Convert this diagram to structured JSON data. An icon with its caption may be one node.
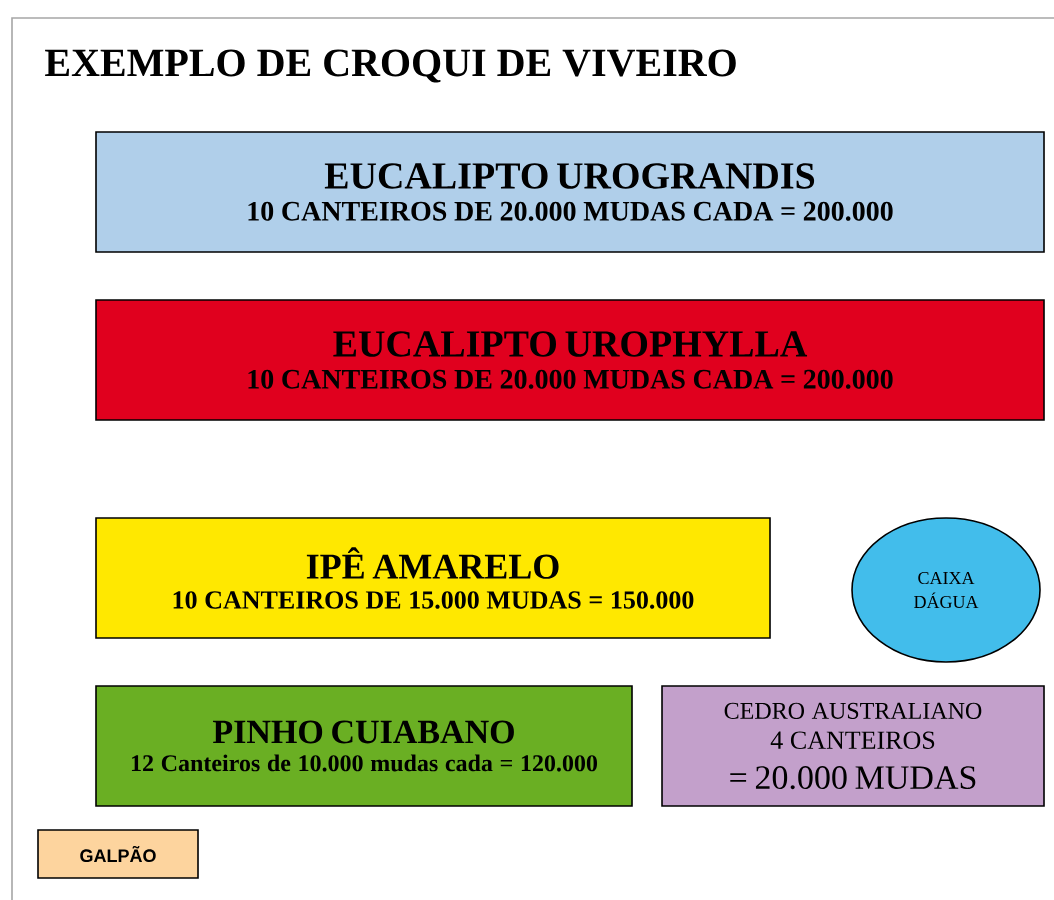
{
  "diagram": {
    "title": "EXEMPLO DE CROQUI DE VIVEIRO",
    "nodes": [
      {
        "text": [
          "EUCALIPTO UROGRANDIS",
          "10 CANTEIROS DE 20.000 MUDAS CADA = 200.000"
        ]
      },
      {
        "text": [
          "EUCALIPTO UROPHYLLA",
          "10 CANTEIROS DE 20.000 MUDAS CADA = 200.000"
        ]
      },
      {
        "text": [
          "IPÊ AMARELO",
          "10 CANTEIROS DE 15.000 MUDAS = 150.000"
        ]
      },
      {
        "text": [
          "CAIXA DÁGUA"
        ]
      },
      {
        "text": [
          "PINHO CUIABANO",
          "12 Canteiros de 10.000 mudas cada = 120.000"
        ]
      },
      {
        "text": [
          "CEDRO AUSTRALIANO",
          "4 CANTEIROS",
          "= 20.000 MUDAS"
        ]
      },
      {
        "text": [
          "GALPÃO"
        ]
      }
    ]
  }
}
